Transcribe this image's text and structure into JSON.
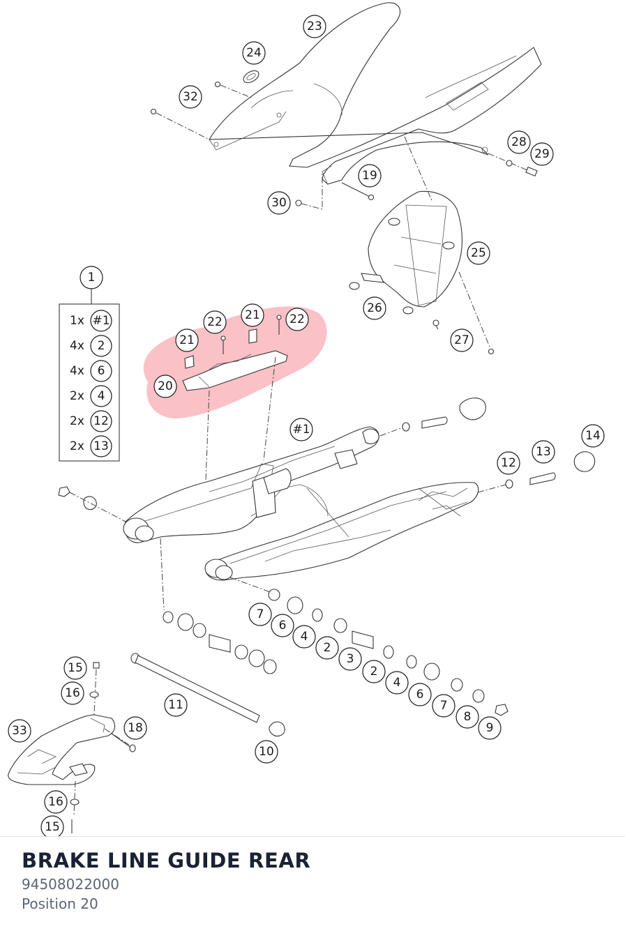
{
  "part": {
    "title": "BRAKE LINE GUIDE REAR",
    "number": "94508022000",
    "position": "Position 20"
  },
  "diagram": {
    "highlighted_position": "20",
    "kit": {
      "label": "1",
      "items": [
        {
          "qty": "1x",
          "ref": "#1"
        },
        {
          "qty": "4x",
          "ref": "2"
        },
        {
          "qty": "4x",
          "ref": "6"
        },
        {
          "qty": "2x",
          "ref": "4"
        },
        {
          "qty": "2x",
          "ref": "12"
        },
        {
          "qty": "2x",
          "ref": "13"
        }
      ]
    },
    "callouts": [
      "23",
      "24",
      "32",
      "28",
      "29",
      "19",
      "30",
      "25",
      "26",
      "27",
      "22",
      "21",
      "21",
      "22",
      "20",
      "#1",
      "14",
      "12",
      "13",
      "7",
      "6",
      "4",
      "2",
      "3",
      "2",
      "4",
      "6",
      "7",
      "8",
      "9",
      "15",
      "16",
      "11",
      "18",
      "33",
      "10",
      "16",
      "15"
    ]
  }
}
